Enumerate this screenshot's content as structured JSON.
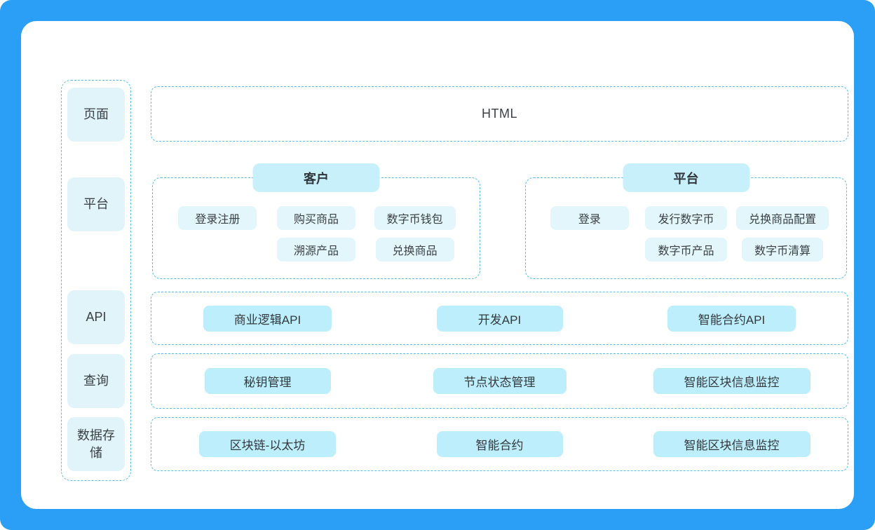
{
  "colors": {
    "frame_blue": "#2B9FF5",
    "dashed_border": "#55BEEC",
    "sidebar_chip": "#E0F4FA",
    "group_chip": "#E2F6FC",
    "group_tab": "#C8F0FA",
    "row_chip": "#BDEEFB",
    "text": "#3B4045"
  },
  "sidebar": {
    "items": [
      {
        "label": "页面"
      },
      {
        "label": "平台"
      },
      {
        "label": "API"
      },
      {
        "label": "查询"
      },
      {
        "label": "数据存储"
      }
    ]
  },
  "html_layer": {
    "label": "HTML"
  },
  "client": {
    "title": "客户",
    "chips_row1": [
      "登录注册",
      "购买商品",
      "数字币钱包"
    ],
    "chips_row2": [
      "溯源产品",
      "兑换商品"
    ]
  },
  "platform": {
    "title": "平台",
    "chips_row1": [
      "登录",
      "发行数字币",
      "兑换商品配置"
    ],
    "chips_row2": [
      "数字币产品",
      "数字币清算"
    ]
  },
  "api_row": [
    "商业逻辑API",
    "开发API",
    "智能合约API"
  ],
  "query_row": [
    "秘钥管理",
    "节点状态管理",
    "智能区块信息监控"
  ],
  "storage_row": [
    "区块链-以太坊",
    "智能合约",
    "智能区块信息监控"
  ]
}
